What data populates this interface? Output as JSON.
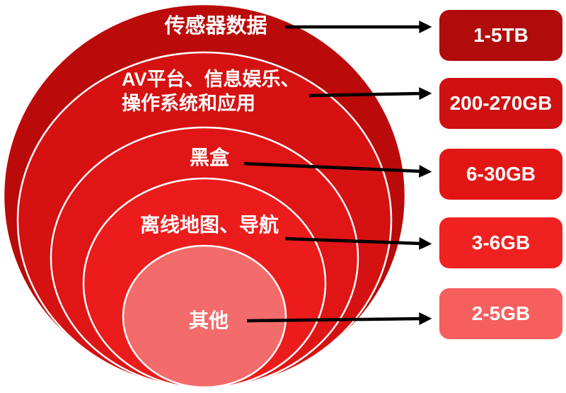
{
  "diagram": {
    "rings": [
      {
        "label": "传感器数据",
        "color": "#BB0A0A"
      },
      {
        "label_line1": "AV平台、信息娱乐、",
        "label_line2": "操作系统和应用",
        "color": "#D61111"
      },
      {
        "label": "黑盒",
        "color": "#E01515"
      },
      {
        "label": "离线地图、导航",
        "color": "#ED1C1C"
      },
      {
        "label": "其他",
        "color": "#F36B6B"
      }
    ],
    "badges": [
      {
        "value": "1-5TB",
        "color": "#B00C0C"
      },
      {
        "value": "200-270GB",
        "color": "#CE1111"
      },
      {
        "value": "6-30GB",
        "color": "#E31616"
      },
      {
        "value": "3-6GB",
        "color": "#F02121"
      },
      {
        "value": "2-5GB",
        "color": "#F75F5F"
      }
    ],
    "arrow_color": "#000000",
    "ring_border_color": "#FFFFFF",
    "text_color": "#FFFFFF"
  }
}
